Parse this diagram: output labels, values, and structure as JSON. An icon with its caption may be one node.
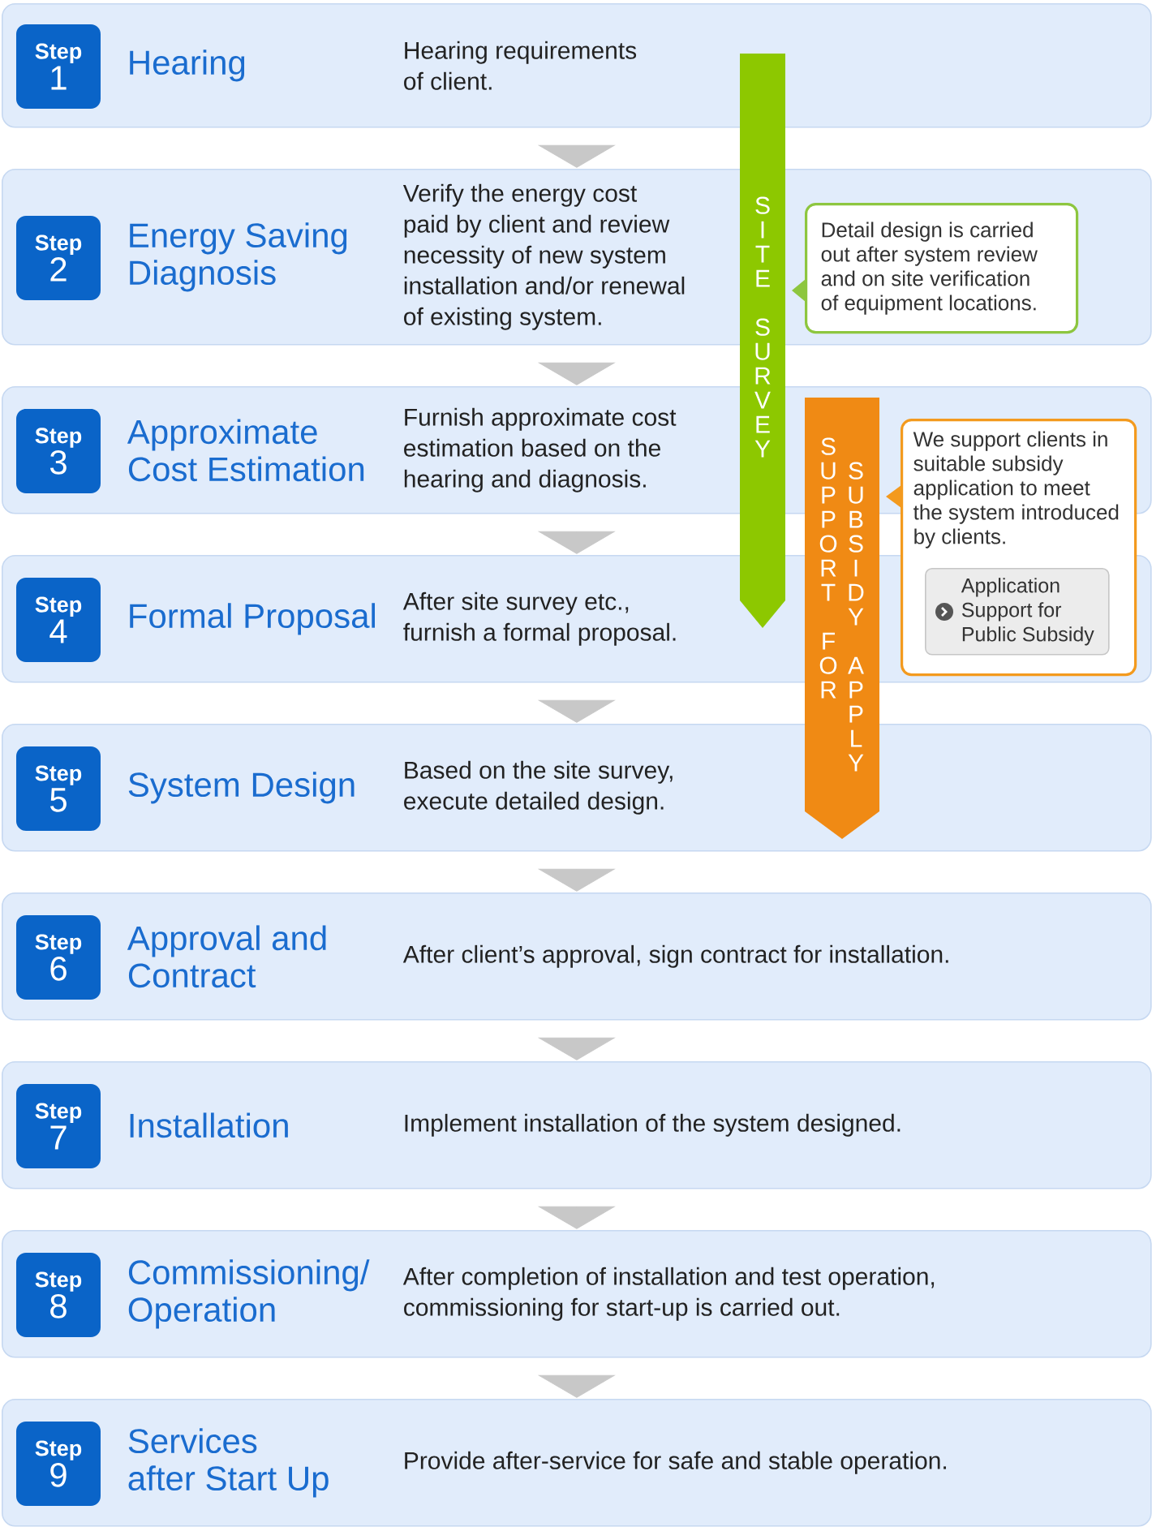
{
  "diagram": {
    "nodes": [
      {
        "text": [
          "Hearing",
          "Hearing requirements of client."
        ]
      },
      {
        "text": [
          "Step",
          "1"
        ],
        "in": 0
      },
      {
        "text": [
          "Energy Saving Diagnosis",
          "Verify the energy cost paid by client and review necessity of new system installation and/or renewal of existing system."
        ]
      },
      {
        "text": [
          "Step",
          "2"
        ],
        "in": 2
      },
      {
        "text": [
          "Approximate Cost Estimation",
          "Furnish approximate cost estimation based on the hearing and diagnosis."
        ]
      },
      {
        "text": [
          "Step",
          "3"
        ],
        "in": 4
      },
      {
        "text": [
          "Formal Proposal",
          "After site survey etc., furnish a formal proposal."
        ]
      },
      {
        "text": [
          "Step",
          "4"
        ],
        "in": 6
      },
      {
        "text": [
          "System Design",
          "Based on the site survey, execute detailed design."
        ]
      },
      {
        "text": [
          "Step",
          "5"
        ],
        "in": 8
      },
      {
        "text": [
          "Approval and Contract",
          "After client’s approval, sign contract for installation."
        ]
      },
      {
        "text": [
          "Step",
          "6"
        ],
        "in": 10
      },
      {
        "text": [
          "Installation",
          "Implement installation of the system designed."
        ]
      },
      {
        "text": [
          "Step",
          "7"
        ],
        "in": 12
      },
      {
        "text": [
          "Commissioning/ Operation",
          "After completion of installation and test operation, commissioning for start-up is carried out."
        ]
      },
      {
        "text": [
          "Step",
          "8"
        ],
        "in": 14
      },
      {
        "text": [
          "Services after Start Up",
          "Provide after-service for safe and stable operation."
        ]
      },
      {
        "text": [
          "Step",
          "9"
        ],
        "in": 16
      },
      {
        "text": [
          "SITE SURVEY"
        ]
      },
      {
        "text": [
          "Detail design is carried out after system review and on site verification of equipment locations."
        ],
        "in": 2
      },
      {
        "text": [
          "SUPPORT FOR SUBSIDY APPLY"
        ]
      },
      {
        "text": [
          "We support clients in suitable subsidy application to meet the system introduced by clients."
        ]
      },
      {
        "text": [
          "Application Support for Public Subsidy"
        ]
      }
    ],
    "edges": [
      {
        "from": 0,
        "to": 2,
        "arrow": "to"
      },
      {
        "from": 2,
        "to": 4,
        "arrow": "to"
      },
      {
        "from": 4,
        "to": 6,
        "arrow": "to"
      },
      {
        "from": 6,
        "to": 8,
        "arrow": "to"
      },
      {
        "from": 8,
        "to": 10,
        "arrow": "to"
      },
      {
        "from": 10,
        "to": 12,
        "arrow": "to"
      },
      {
        "from": 12,
        "to": 14,
        "arrow": "to"
      },
      {
        "from": 14,
        "to": 16,
        "arrow": "to"
      }
    ]
  }
}
